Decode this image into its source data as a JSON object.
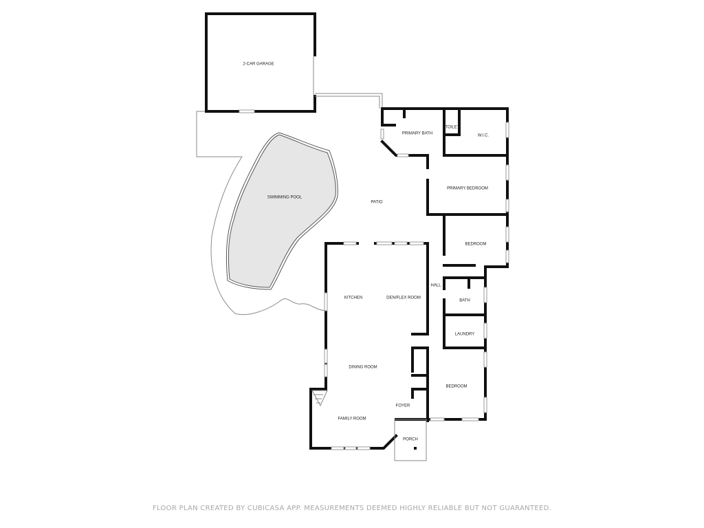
{
  "rooms": {
    "garage": "2-CAR GARAGE",
    "pool": "SWIMMING POOL",
    "patio": "PATIO",
    "primary_bath": "PRIMARY BATH",
    "toilet": "TOILET",
    "wic": "W.I.C.",
    "primary_bedroom": "PRIMARY BEDROOM",
    "bedroom_1": "BEDROOM",
    "hall": "HALL",
    "kitchen": "KITCHEN",
    "den": "DEN/FLEX ROOM",
    "bath": "BATH",
    "laundry": "LAUNDRY",
    "dining": "DINING ROOM",
    "bedroom_2": "BEDROOM",
    "foyer": "FOYER",
    "family": "FAMILY ROOM",
    "porch": "PORCH"
  },
  "footer": {
    "disclaimer": "FLOOR PLAN CREATED BY CUBICASA APP. MEASUREMENTS DEEMED HIGHLY RELIABLE BUT NOT GUARANTEED."
  },
  "colors": {
    "wall": "#111111",
    "pool_fill": "#e6e6e6",
    "footer_text": "#a8a8a8"
  }
}
